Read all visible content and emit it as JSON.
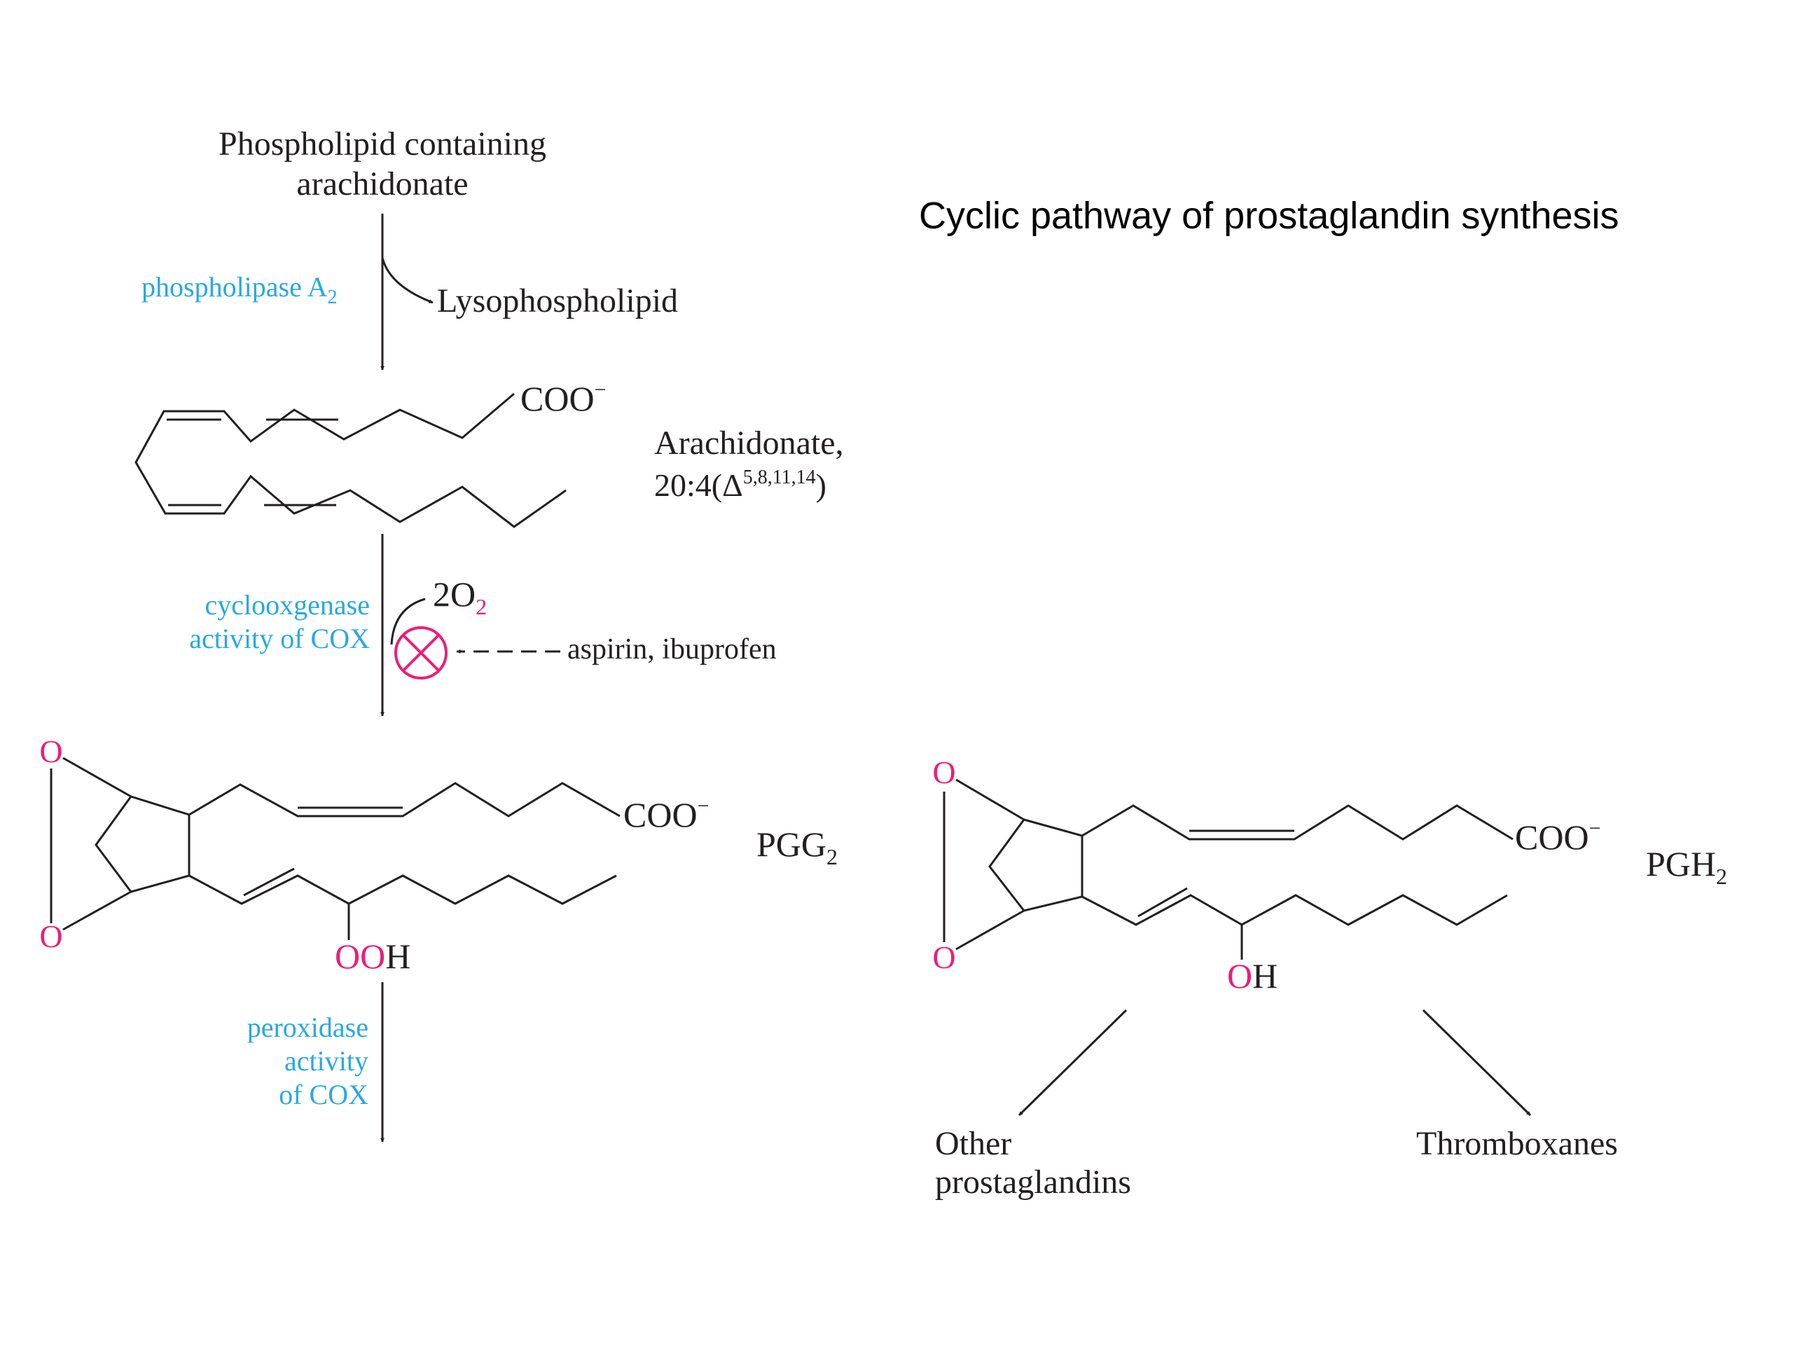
{
  "slide": {
    "title": "Cyclic pathway of prostaglandin synthesis"
  },
  "colors": {
    "enzyme": "#29a8e0",
    "oxygen": "#ec1e79",
    "text": "#231f20",
    "bond": "#231f20"
  },
  "pathway": {
    "start": {
      "line1": "Phospholipid containing",
      "line2": "arachidonate"
    },
    "step1": {
      "enzyme": "phospholipase A",
      "enzyme_sub": "2",
      "side_product": "Lysophospholipid"
    },
    "arachidonate": {
      "carboxylate": "COO",
      "charge": "−",
      "name": "Arachidonate,",
      "notation_prefix": "20:4(Δ",
      "notation_sup": "5,8,11,14",
      "notation_suffix": ")"
    },
    "step2": {
      "enzyme_line1": "cyclooxgenase",
      "enzyme_line2": "activity of COX",
      "reagent_prefix": "2O",
      "reagent_sub": "2",
      "inhibitors": "aspirin, ibuprofen",
      "inhibit_icon": "inhibition-symbol"
    },
    "pgg2": {
      "o_top": "O",
      "o_bottom": "O",
      "carboxylate": "COO",
      "charge": "−",
      "hydroperoxide_o": "OO",
      "hydroperoxide_h": "H",
      "name_prefix": "PGG",
      "name_sub": "2"
    },
    "step3": {
      "enzyme_line1": "peroxidase",
      "enzyme_line2": "activity",
      "enzyme_line3": "of COX"
    },
    "pgh2": {
      "o_top": "O",
      "o_bottom": "O",
      "carboxylate": "COO",
      "charge": "−",
      "hydroxyl_o": "O",
      "hydroxyl_h": "H",
      "name_prefix": "PGH",
      "name_sub": "2"
    },
    "products": {
      "left_line1": "Other",
      "left_line2": "prostaglandins",
      "right": "Thromboxanes"
    }
  }
}
